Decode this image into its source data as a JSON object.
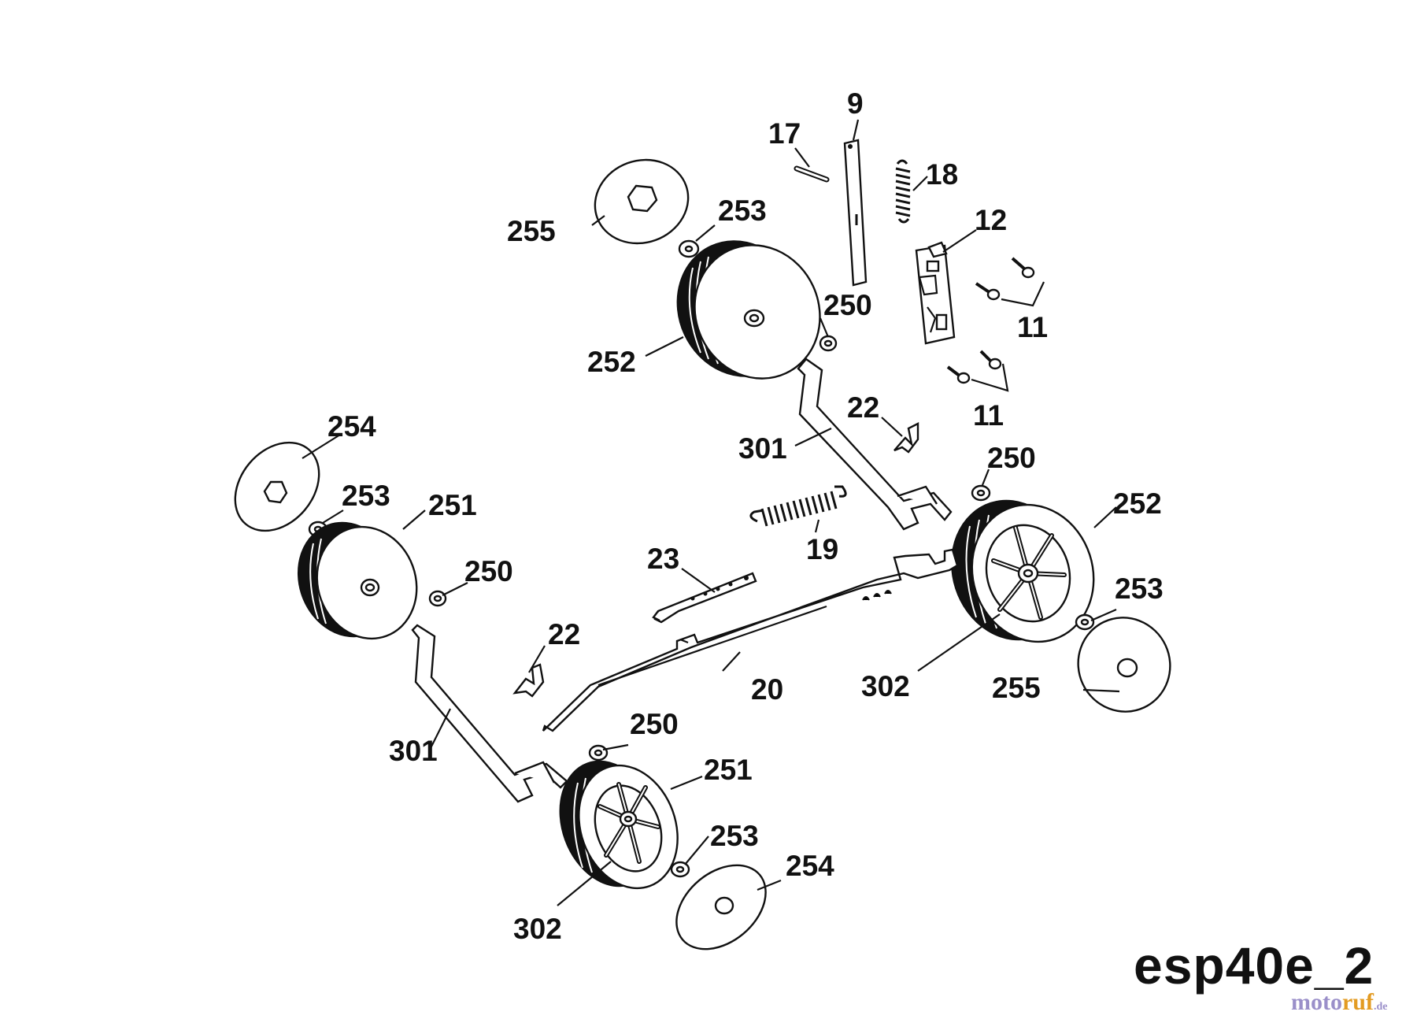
{
  "diagram_id": "esp40e_2",
  "watermark": {
    "part1": "moto",
    "part2": "ruf",
    "part3": ".de"
  },
  "labels": {
    "p9": "9",
    "p17": "17",
    "p18": "18",
    "p12": "12",
    "p11a": "11",
    "p11b": "11",
    "p255a": "255",
    "p253a": "253",
    "p250a": "250",
    "p252a": "252",
    "p22a": "22",
    "p301a": "301",
    "p250b": "250",
    "p252b": "252",
    "p254a": "254",
    "p253b": "253",
    "p251a": "251",
    "p250c": "250",
    "p19": "19",
    "p23": "23",
    "p253c": "253",
    "p22b": "22",
    "p20": "20",
    "p302a": "302",
    "p255b": "255",
    "p250d": "250",
    "p301b": "301",
    "p251b": "251",
    "p253d": "253",
    "p254b": "254",
    "p302b": "302"
  }
}
